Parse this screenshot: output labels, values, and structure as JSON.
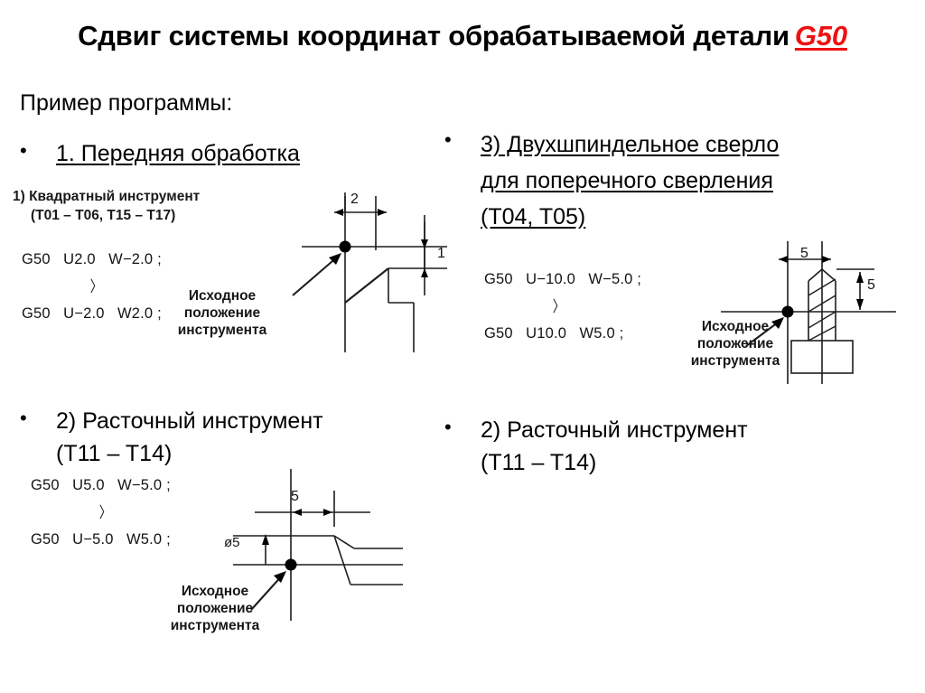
{
  "slide": {
    "title_main": "Сдвиг системы координат обрабатываемой детали",
    "title_code": "G50",
    "title_code_color": "#ee1111",
    "background": "#ffffff"
  },
  "left_column": {
    "lead": "Пример программы:",
    "bullet1": {
      "marker": "•",
      "line1": "1. Передняя обработка",
      "underlined": true
    },
    "figure1": {
      "caption_line1": "1) Квадратный инструмент",
      "caption_line2": "(T01 – T06, T15 – T17)",
      "code_line1": "G50   U2.0   W−2.0 ;",
      "squiggle": "〉",
      "code_line2": "G50   U−2.0   W2.0 ;",
      "annotation": "Исходное\nположение\nинструмента",
      "dim_horizontal": "2",
      "dim_vertical": "1"
    },
    "bullet2": {
      "marker": "•",
      "line1": "2) Расточный инструмент",
      "line2": "(T11 – T14)",
      "underlined": false
    },
    "figure2": {
      "code_line1": "G50   U5.0   W−5.0 ;",
      "squiggle": "〉",
      "code_line2": "G50   U−5.0   W5.0 ;",
      "annotation": "Исходное\nположение\nинструмента",
      "dim_horizontal": "5",
      "dim_diameter": "ø5"
    }
  },
  "right_column": {
    "bullet3": {
      "marker": "•",
      "line1": "3) Двухшпиндельное сверло",
      "line2": "для поперечного сверления",
      "line3": "(T04, T05)",
      "underlined": true
    },
    "figure3": {
      "code_line1": "G50   U−10.0   W−5.0 ;",
      "squiggle": "〉",
      "code_line2": "G50   U10.0   W5.0 ;",
      "annotation": "Исходное\nположение\nинструмента",
      "dim_horizontal": "5",
      "dim_vertical": "5"
    },
    "bullet4": {
      "marker": "•",
      "line1": "2) Расточный инструмент",
      "line2": "(T11 – T14)",
      "underlined": false
    }
  }
}
